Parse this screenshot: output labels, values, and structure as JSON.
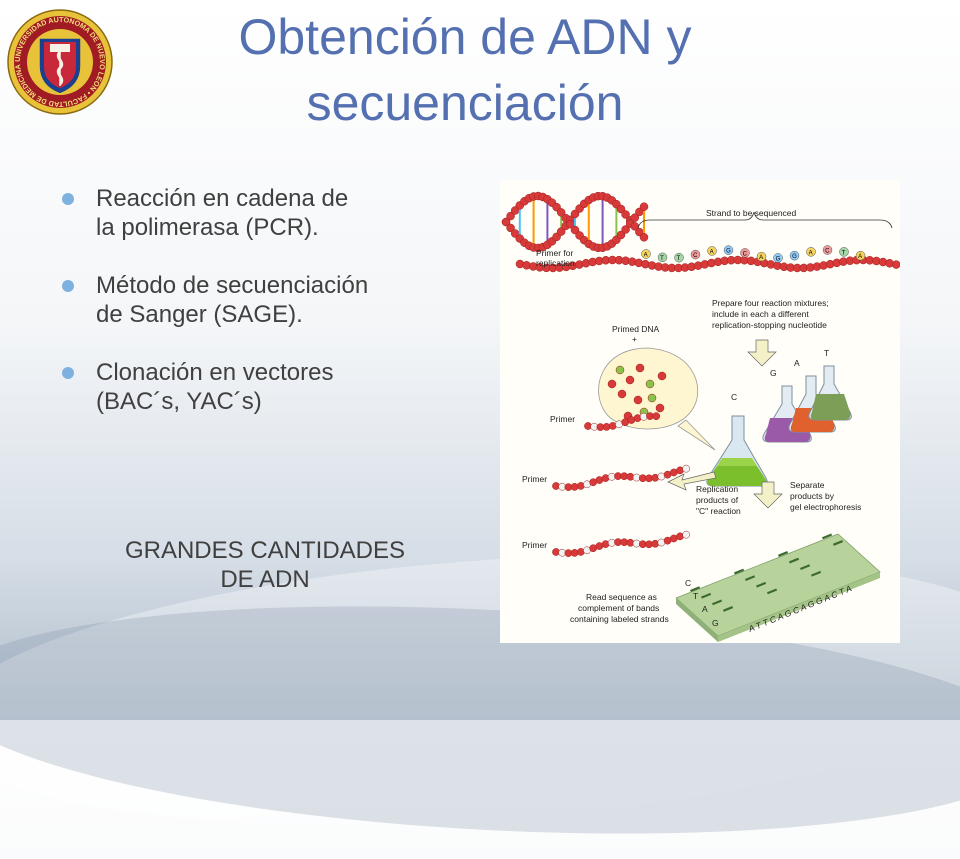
{
  "slide": {
    "title_line1": "Obtención de ADN y",
    "title_line2": "secuenciación",
    "bullets": [
      {
        "line1": "Reacción en cadena de",
        "line2": "la polimerasa (PCR)."
      },
      {
        "line1": "Método de secuenciación",
        "line2": "de Sanger (SAGE)."
      },
      {
        "line1": "Clonación en vectores",
        "line2": "(BAC´s, YAC´s)"
      }
    ],
    "note_line1": "GRANDES CANTIDADES",
    "note_line2": "DE ADN"
  },
  "logo": {
    "ring_text": "UNIVERSIDAD AUTONOMA DE NUEVO LEON • FACULTAD DE MEDICINA •"
  },
  "figure": {
    "strand_label": "Strand to be sequenced",
    "primer_replication_1": "Primer for",
    "primer_replication_2": "replication",
    "strand_bases": [
      "A",
      "T",
      "T",
      "C",
      "A",
      "G",
      "C",
      "A",
      "G",
      "G",
      "A",
      "C",
      "T",
      "A"
    ],
    "prepare_1": "Prepare four reaction mixtures;",
    "prepare_2": "include in each a different",
    "prepare_3": "replication-stopping nucleotide",
    "primed_dna": "Primed DNA",
    "plus": "+",
    "flask_labels": [
      "C",
      "G",
      "A",
      "T"
    ],
    "primer_label": "Primer",
    "replication_1": "Replication",
    "replication_2": "products of",
    "replication_3": "\"C\" reaction",
    "separate_1": "Separate",
    "separate_2": "products by",
    "separate_3": "gel electrophoresis",
    "gel_letters": [
      "C",
      "T",
      "A",
      "G"
    ],
    "gel_sequence": "A T T C A G C A G G A C T A",
    "read_1": "Read sequence as",
    "read_2": "complement of bands",
    "read_3": "containing labeled strands"
  },
  "colors": {
    "title": "#5470b0",
    "bullet_dot": "#7fb1df",
    "text": "#404040",
    "bead_red": "#d83a3a",
    "logo_red": "#a11b24",
    "logo_gold": "#e8c33a",
    "logo_blue": "#1d3f8f"
  }
}
